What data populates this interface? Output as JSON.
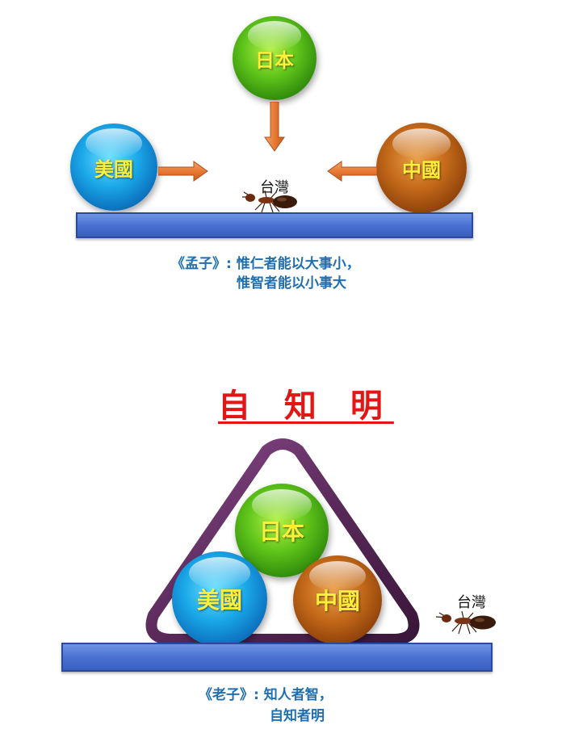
{
  "top": {
    "japan": "日本",
    "usa": "美國",
    "china": "中國",
    "taiwan": "台灣",
    "quote_line1": "《孟子》: 惟仁者能以大事小，",
    "quote_line2": "惟智者能以小事大"
  },
  "bottom": {
    "title": "自 知 明",
    "japan": "日本",
    "usa": "美國",
    "china": "中國",
    "taiwan": "台灣",
    "quote_line1": "《老子》: 知人者智，",
    "quote_line2": "自知者明"
  },
  "colors": {
    "japan_ball": "#4fb41a",
    "usa_ball": "#1aa0e0",
    "china_ball": "#b55a14",
    "ball_text": "#ffef3a",
    "arrow": "#e87a35",
    "bar": "#4a72d4",
    "quote_text": "#1f6fb0",
    "title_text": "#e41515",
    "rack": "#5a2a5a"
  }
}
